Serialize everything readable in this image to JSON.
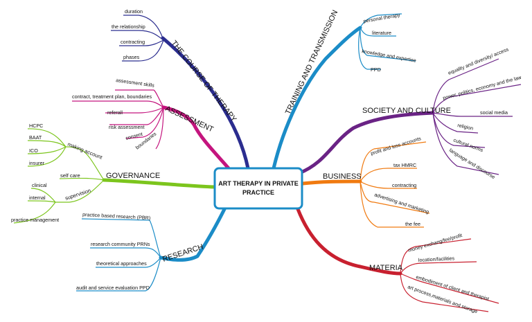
{
  "center": {
    "line1": "ART THERAPY IN PRIVATE",
    "line2": "PRACTICE"
  },
  "colors": {
    "course": "#2b2d8f",
    "assessment": "#c4157e",
    "governance": "#7cc51d",
    "research": "#1b8cc7",
    "training": "#1b8cc7",
    "society": "#6a2385",
    "business": "#f07a10",
    "materia": "#c8202f",
    "center_border": "#1b8cc7"
  },
  "course": {
    "title": "THE COURSE OF THERAPY",
    "items": [
      "duration",
      "the relationship",
      "contracting",
      "phases"
    ]
  },
  "assessment": {
    "title": "ASSESSMENT",
    "items": [
      "assessment skills",
      "contract, treatment plan, boundaries",
      "referall",
      "risk assessment",
      "consent",
      "boundaries"
    ]
  },
  "governance": {
    "title": "GOVERNANCE",
    "making_account": "making account",
    "making_account_items": [
      "HCPC",
      "BAAT",
      "ICO",
      "insurer"
    ],
    "self_care": "self care",
    "supervision": "supervision",
    "supervision_items": [
      "clinical",
      "internal",
      "practice management"
    ]
  },
  "research": {
    "title": "RESEARCH",
    "items": [
      "practice based research (PBR)",
      "research community PRNs",
      "theoretical approaches",
      "audit and service evaluation PPD"
    ]
  },
  "training": {
    "title": "TRAINING AND TRANSMISSION",
    "items": [
      "personal therapy",
      "literature",
      "knowledge and expertise",
      "PPD"
    ]
  },
  "society": {
    "title": "SOCIETY AND CULTURE",
    "items": [
      "equality and diversity/ access",
      "power, politics, economy and the law",
      "social media",
      "religion",
      "cultural norms",
      "language and discourse"
    ]
  },
  "business": {
    "title": "BUSINESS",
    "items": [
      "profit and loss accounts",
      "tax HMRC",
      "contracting",
      "advertising and marketing",
      "the fee"
    ]
  },
  "materia": {
    "title": "MATERIA",
    "items": [
      "money exchang/fee/profit",
      "location/facilities",
      "embodiment of client and therapist",
      "art process,materials and storage"
    ]
  }
}
